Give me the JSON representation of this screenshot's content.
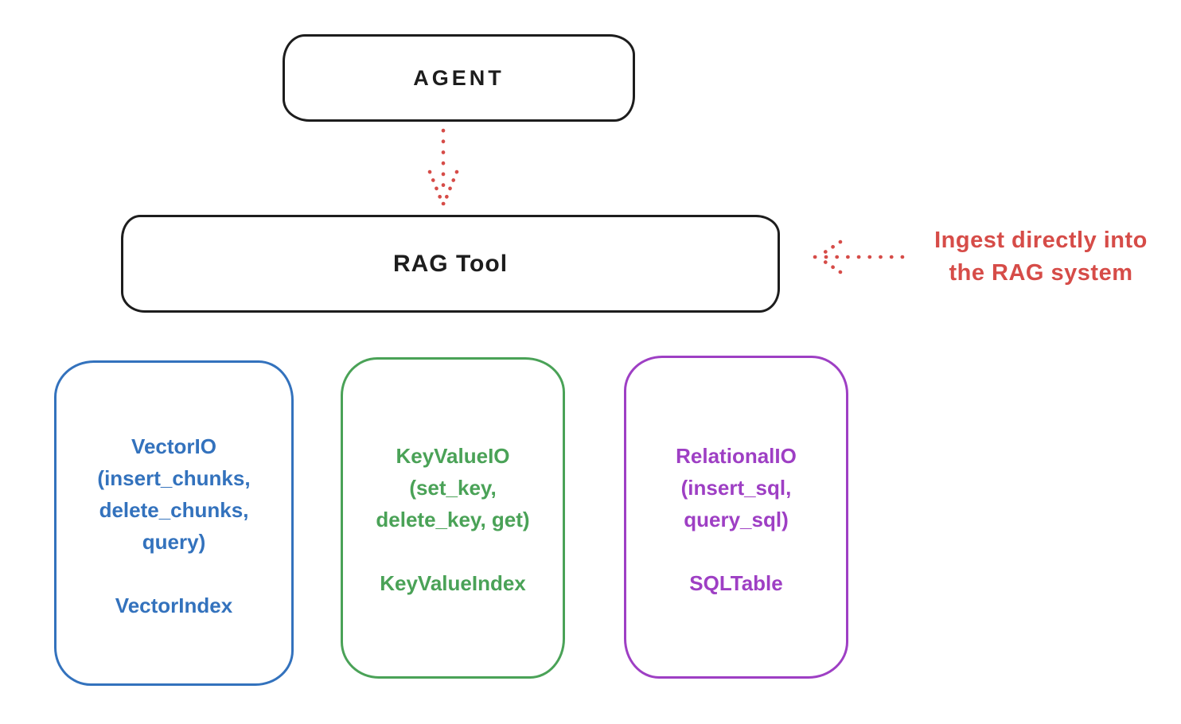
{
  "colors": {
    "background": "#ffffff",
    "stroke": "#1d1d1d",
    "red": "#d64c48",
    "blue": "#3372bd",
    "green": "#4aa257",
    "purple": "#9e3fc4"
  },
  "agent": {
    "label": "AGENT"
  },
  "rag_tool": {
    "label": "RAG Tool"
  },
  "ingest_note": {
    "line1": "Ingest directly into",
    "line2": "the RAG system"
  },
  "modules": {
    "vector": {
      "title": "VectorIO",
      "params_line1": "(insert_chunks,",
      "params_line2": "delete_chunks,",
      "params_line3": "query)",
      "index": "VectorIndex"
    },
    "keyvalue": {
      "title": "KeyValueIO",
      "params_line1": "(set_key,",
      "params_line2": "delete_key, get)",
      "index": "KeyValueIndex"
    },
    "relational": {
      "title": "RelationalIO",
      "params_line1": "(insert_sql,",
      "params_line2": "query_sql)",
      "index": "SQLTable"
    }
  }
}
